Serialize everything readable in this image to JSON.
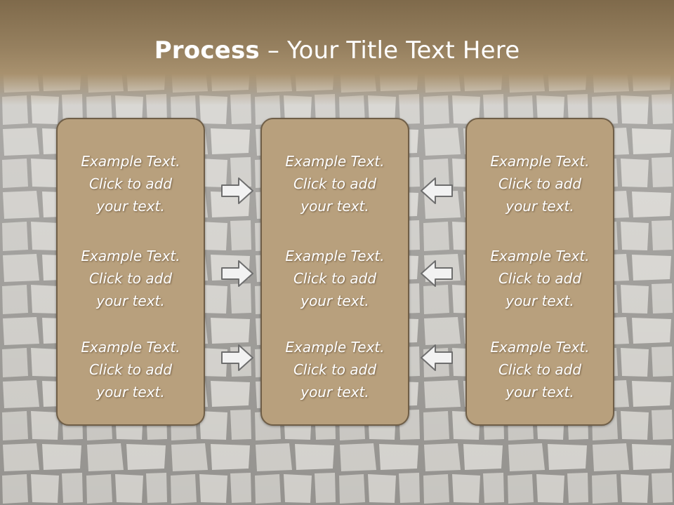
{
  "slide": {
    "title_bold": "Process",
    "title_rest": " – Your Title Text Here",
    "colors": {
      "panel_fill": "#b8a07d",
      "panel_border": "#6f5e47",
      "title_band": "#8a7452",
      "arrow_fill": "#f2f2f2",
      "arrow_stroke": "#6e6e6e"
    }
  },
  "columns": [
    {
      "items": [
        "Example Text.\nClick  to add\nyour text.",
        "Example Text.\nClick  to add\nyour text.",
        "Example Text.\nClick  to add\nyour text."
      ]
    },
    {
      "items": [
        "Example Text.\nClick  to add\nyour text.",
        "Example Text.\nClick  to add\nyour text.",
        "Example Text.\nClick  to add\nyour text."
      ]
    },
    {
      "items": [
        "Example Text.\nClick  to add\nyour text.",
        "Example Text.\nClick  to add\nyour text.",
        "Example Text.\nClick  to add\nyour text."
      ]
    }
  ],
  "arrows": {
    "left_group": "right-arrow-icon",
    "right_group": "left-arrow-icon"
  }
}
